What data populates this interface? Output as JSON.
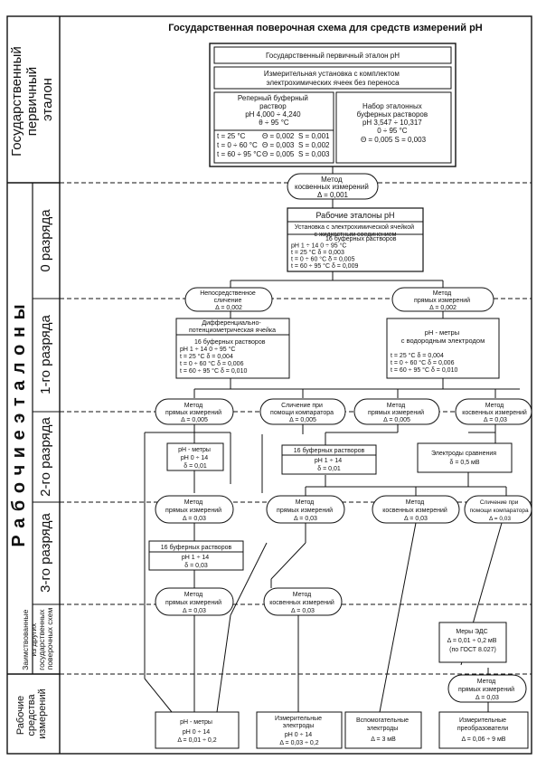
{
  "title": "Государственная поверочная схема для средств измерений pH",
  "side": {
    "gpe": [
      "Государственный",
      "первичный",
      "эталон"
    ],
    "re": "Р а б о ч и е   э т а л о н ы",
    "r0": "0 разряда",
    "r1": "1-го разряда",
    "r2": "2-го разряда",
    "r3": "3-го разряда",
    "borrowed": [
      "Заимствованные",
      "из других",
      "государственных",
      "поверочных схем"
    ],
    "rsi": [
      "Рабочие",
      "средства",
      "измерений"
    ]
  },
  "gpe_box": {
    "title": "Государственный первичный эталон pH",
    "setup": [
      "Измерительная установка с комплектом",
      "электрохимических ячеек без переноса"
    ],
    "ref_buffer": [
      "Реперный буферный",
      "раствор",
      "pH 4,000 ÷ 4,240",
      "θ ÷ 95 °C"
    ],
    "ref_params": [
      [
        "t = 25 °C",
        "Θ = 0,002",
        "S = 0,001"
      ],
      [
        "t = 0 ÷ 60 °C",
        "Θ = 0,003",
        "S = 0,002"
      ],
      [
        "t = 60 ÷ 95 °C",
        "Θ = 0,005",
        "S = 0,003"
      ]
    ],
    "set_buffer": [
      "Набор эталонных",
      "буферных растворов",
      "pH 3,547 ÷ 10,317",
      "0 ÷ 95 °C",
      "Θ = 0,005  S = 0,003"
    ]
  },
  "method_top": [
    "Метод",
    "косвенных измерений",
    "Δ = 0,001"
  ],
  "re0_box": {
    "title": "Рабочие эталоны pH",
    "setup": [
      "Установка с электрохимической ячейкой",
      "с жидкостным соединением"
    ],
    "buffers": [
      "16 буферных растворов",
      "pH 1 ÷ 14       0 ÷ 95 °C",
      "t = 25 °C          δ = 0,003",
      "t = 0 ÷ 60 °C     δ = 0,005",
      "t = 60 ÷ 95 °C   δ = 0,009"
    ]
  },
  "method_direct_compare": [
    "Непосредственное",
    "сличение",
    "Δ = 0,002"
  ],
  "method_direct_meas_1": [
    "Метод",
    "прямых измерений",
    "Δ = 0,002"
  ],
  "re1_left": {
    "title": [
      "Дифференциально-",
      "потенциометрическая ячейка"
    ],
    "buffers": [
      "16 буферных растворов",
      "pH 1 ÷ 14         0 ÷ 95 °C",
      "t = 25 °C            δ = 0,004",
      "t = 0 ÷ 60 °C       δ = 0,006",
      "t = 60 ÷ 95 °C     δ = 0,010"
    ]
  },
  "re1_right": {
    "title": [
      "pH - метры",
      "с водородным электродом"
    ],
    "params": [
      "t = 25 °C            δ = 0,004",
      "t = 0 ÷ 60 °C       δ = 0,006",
      "t = 60 ÷ 95 °C     δ = 0,010"
    ]
  },
  "m2a": [
    "Метод",
    "прямых измерений",
    "Δ = 0,005"
  ],
  "m2b": [
    "Сличение при",
    "помощи компаратора",
    "Δ = 0,005"
  ],
  "m2c": [
    "Метод",
    "прямых измерений",
    "Δ = 0,005"
  ],
  "m2d": [
    "Метод",
    "косвенных измерений",
    "Δ = 0,03"
  ],
  "re2_ph": [
    "pH - метры",
    "pH 0 ÷ 14",
    "δ = 0,01"
  ],
  "re2_buf": [
    "16 буферных растворов",
    "pH 1 ÷ 14",
    "δ = 0,01"
  ],
  "re2_elec": [
    "Электроды сравнения",
    "δ = 0,5 мВ"
  ],
  "m3a": [
    "Метод",
    "прямых измерений",
    "Δ = 0,03"
  ],
  "m3b": [
    "Метод",
    "прямых измерений",
    "Δ = 0,03"
  ],
  "m3c": [
    "Метод",
    "косвенных измерений",
    "Δ = 0,03"
  ],
  "m3d": [
    "Сличение при",
    "помощи компаратора",
    "Δ = 0,03"
  ],
  "re3_buf": [
    "16 буферных растворов",
    "pH 1 ÷ 14",
    "δ = 0,03"
  ],
  "m4a": [
    "Метод",
    "прямых измерений",
    "Δ = 0,03"
  ],
  "m4b": [
    "Метод",
    "косвенных измерений",
    "Δ = 0,03"
  ],
  "emf": [
    "Меры ЭДС",
    "Δ = 0,01 ÷ 0,2 мВ",
    "(по ГОСТ 8.027)"
  ],
  "m5": [
    "Метод",
    "прямых измерений",
    "Δ = 0,03"
  ],
  "w1": [
    "pH - метры",
    "pH 0 ÷ 14",
    "Δ = 0,01 ÷ 0,2"
  ],
  "w2": [
    "Измерительные",
    "электроды",
    "pH 0 ÷ 14",
    "Δ = 0,03 ÷ 0,2"
  ],
  "w3": [
    "Вспомогательные",
    "электроды",
    "Δ = 3 мВ"
  ],
  "w4": [
    "Измерительные",
    "преобразователи",
    "Δ = 0,06 ÷ 9 мВ"
  ]
}
